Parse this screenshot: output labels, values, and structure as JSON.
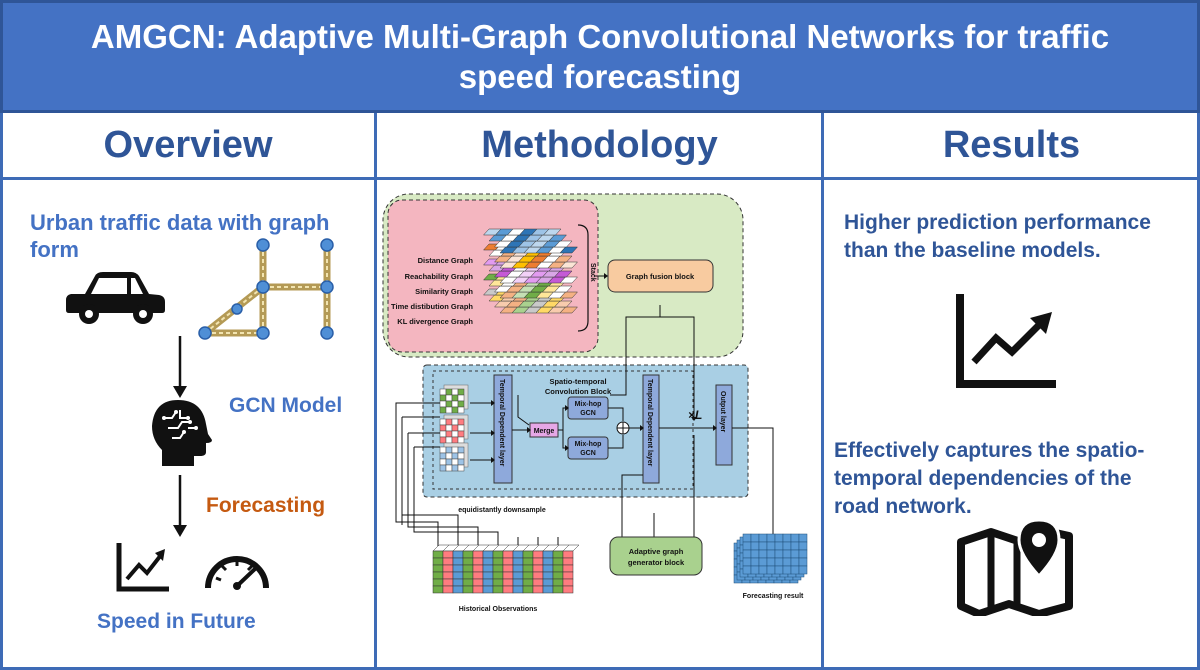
{
  "title": {
    "line1": "AMGCN: Adaptive Multi-Graph Convolutional Networks for traffic",
    "line2": "speed forecasting"
  },
  "columns": {
    "overview": "Overview",
    "methodology": "Methodology",
    "results": "Results"
  },
  "overview": {
    "urban_line1": "Urban traffic data with graph",
    "urban_line2": "form",
    "gcn_model": "GCN Model",
    "forecasting": "Forecasting",
    "speed_future": "Speed in Future"
  },
  "methodology": {
    "graphs": [
      "Distance Graph",
      "Reachability Graph",
      "Similarity Graph",
      "Time distibution Graph",
      "KL divergence Graph"
    ],
    "stack": "Stack",
    "graph_fusion": "Graph fusion block",
    "st_block_line1": "Spatio-temporal",
    "st_block_line2": "Convolution Block",
    "temporal_layer": "Temporal Dependent layer",
    "mixhop1": "Mix-hop",
    "mixhop2": "GCN",
    "merge": "Merge",
    "times_l": "×L",
    "output_layer": "Output layer",
    "downsample": "equidistantly downsample",
    "adaptive1": "Adaptive graph",
    "adaptive2": "generator block",
    "historical": "Historical Observations",
    "forecast_result": "Forecasting result"
  },
  "results": {
    "r1_line1": "Higher prediction performance",
    "r1_line2": "than the baseline models.",
    "r2_line1": "Effectively captures the spatio-",
    "r2_line2": "temporal dependencies of the",
    "r2_line3": "road network."
  },
  "icons": [
    "car-icon",
    "road-graph-icon",
    "brain-head-icon",
    "trend-chart-icon",
    "speedometer-icon",
    "map-pin-icon"
  ],
  "colors": {
    "title_bg": "#4472c4",
    "heading": "#2f5597",
    "accent_blue": "#4472c4",
    "accent_orange": "#c55a11",
    "graph_panel": "#d8eac4",
    "graph_stack_panel": "#f4b6c0",
    "st_panel": "#a9cfe4"
  }
}
